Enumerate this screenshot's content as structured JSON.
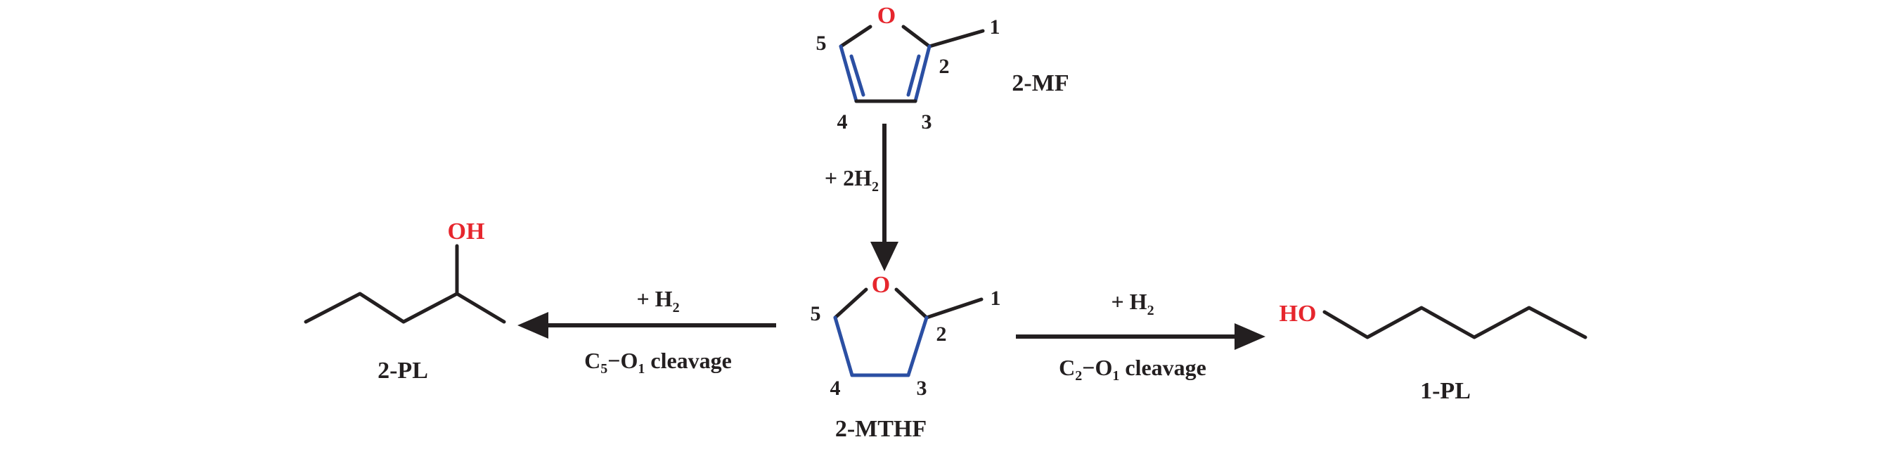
{
  "colors": {
    "bond": "#231f20",
    "ring_bond": "#2b4fa3",
    "heteroatom": "#e6262d",
    "text": "#231f20"
  },
  "molecules": {
    "mf": {
      "name": "2-MF",
      "oxygen": "O",
      "atom_numbers": [
        "1",
        "2",
        "3",
        "4",
        "5"
      ]
    },
    "mthf": {
      "name": "2-MTHF",
      "oxygen": "O",
      "atom_numbers": [
        "1",
        "2",
        "3",
        "4",
        "5"
      ]
    },
    "pl2": {
      "name": "2-PL",
      "hydroxyl": "OH"
    },
    "pl1": {
      "name": "1-PL",
      "hydroxyl": "HO"
    }
  },
  "reactions": {
    "hydrogenation": {
      "reagent_prefix": "+ 2H",
      "reagent_subscript": "2"
    },
    "c5_cleavage": {
      "reagent_prefix": "+ H",
      "reagent_subscript": "2",
      "bond_atom_1": "C",
      "bond_atom_1_subscript": "5",
      "bond_dash": "−",
      "bond_atom_2": "O",
      "bond_atom_2_subscript": "1",
      "suffix": " cleavage"
    },
    "c2_cleavage": {
      "reagent_prefix": "+ H",
      "reagent_subscript": "2",
      "bond_atom_1": "C",
      "bond_atom_1_subscript": "2",
      "bond_dash": "−",
      "bond_atom_2": "O",
      "bond_atom_2_subscript": "1",
      "suffix": " cleavage"
    }
  }
}
